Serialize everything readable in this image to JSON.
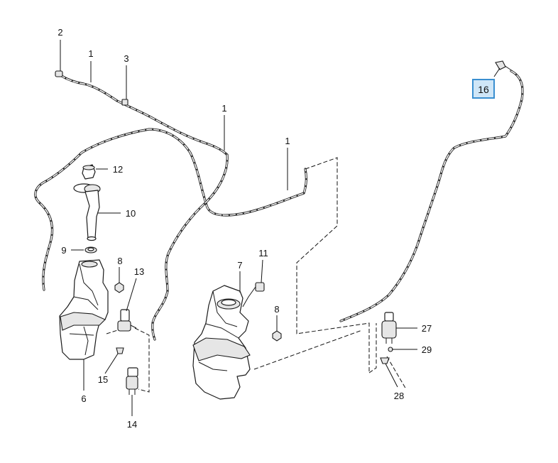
{
  "callouts": {
    "c1a": "1",
    "c1b": "1",
    "c1c": "1",
    "c2": "2",
    "c3": "3",
    "c6": "6",
    "c7": "7",
    "c8a": "8",
    "c8b": "8",
    "c9": "9",
    "c10": "10",
    "c11": "11",
    "c12": "12",
    "c13": "13",
    "c14": "14",
    "c15": "15",
    "c16": "16",
    "c27": "27",
    "c28": "28",
    "c29": "29"
  },
  "highlight": {
    "label": "16",
    "color": "#3a8fd0",
    "fill": "#cfe6f7"
  }
}
